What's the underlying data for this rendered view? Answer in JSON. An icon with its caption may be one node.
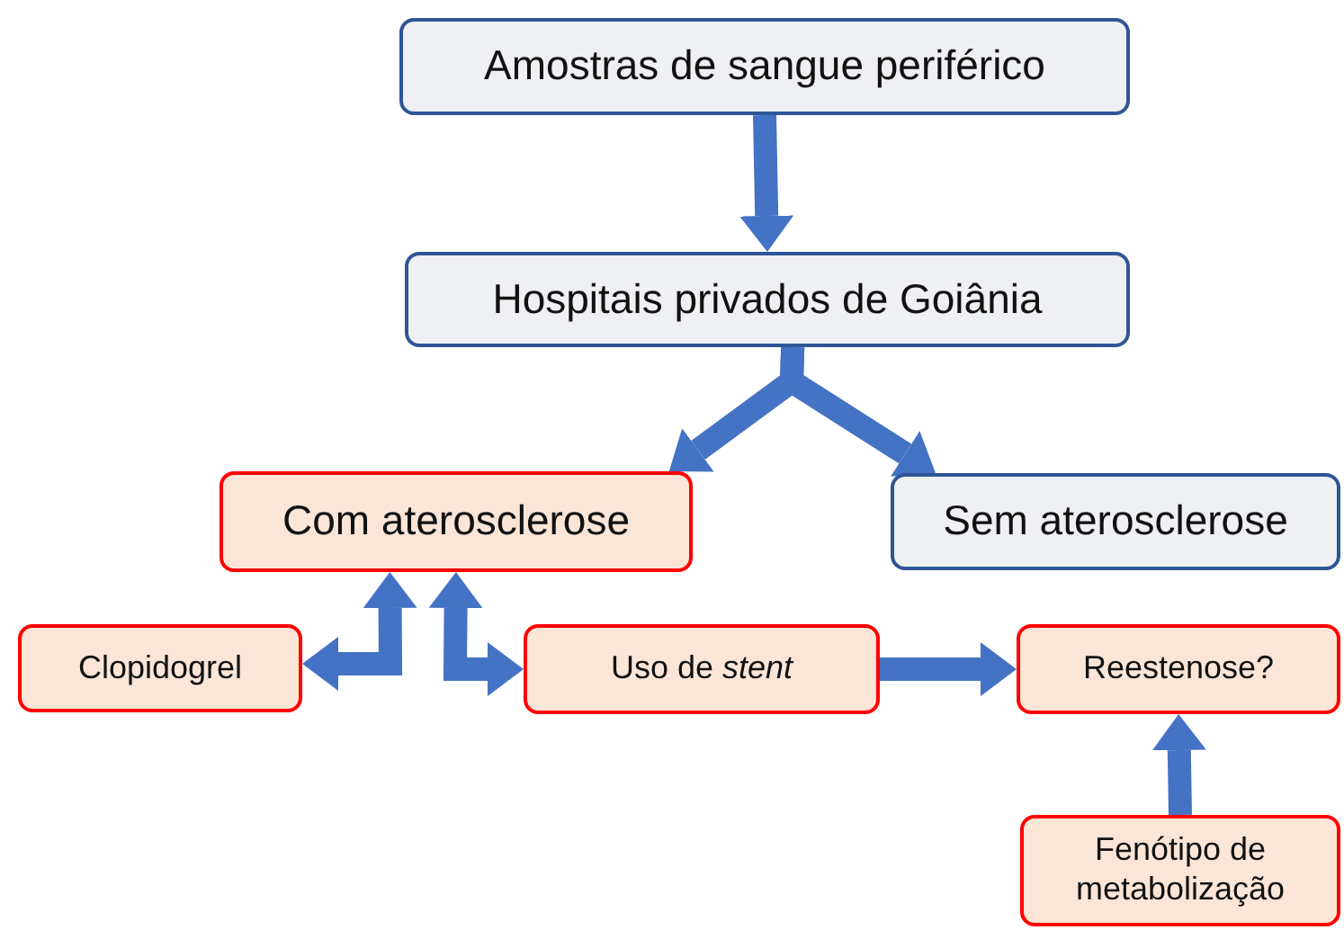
{
  "diagram": {
    "nodes": [
      {
        "text": [
          "Amostras de sangue periférico"
        ]
      },
      {
        "text": [
          "Hospitais privados de Goiânia"
        ]
      },
      {
        "text": [
          "Com aterosclerose"
        ]
      },
      {
        "text": [
          "Sem aterosclerose"
        ]
      },
      {
        "text": [
          "Clopidogrel"
        ]
      },
      {
        "text": [
          "Uso de *stent*"
        ]
      },
      {
        "text": [
          "Reestenose?"
        ]
      },
      {
        "text": [
          "Fenótipo de metabolização"
        ]
      }
    ],
    "edges": [
      {
        "from": 0,
        "to": 1,
        "arrow": "to"
      },
      {
        "from": 1,
        "to": 2,
        "arrow": "to"
      },
      {
        "from": 1,
        "to": 3,
        "arrow": "to"
      },
      {
        "from": 2,
        "to": 4,
        "arrow": "both"
      },
      {
        "from": 2,
        "to": 5,
        "arrow": "both"
      },
      {
        "from": 5,
        "to": 6,
        "arrow": "to"
      },
      {
        "from": 7,
        "to": 6,
        "arrow": "to"
      }
    ]
  }
}
